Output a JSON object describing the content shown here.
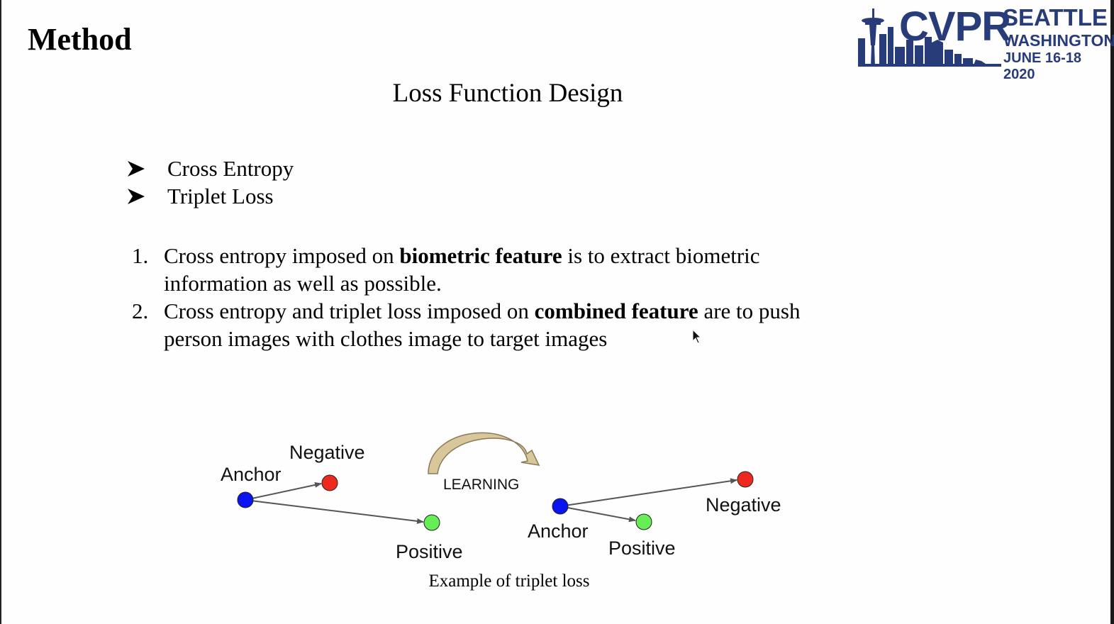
{
  "slide": {
    "title": "Method",
    "section_title": "Loss Function Design"
  },
  "logo": {
    "name": "CVPR",
    "city": "SEATTLE",
    "state": "WASHINGTON",
    "dates": "JUNE 16-18 2020",
    "skyline_icon": "seattle-skyline-icon",
    "color": "#283c79"
  },
  "bullets": [
    {
      "label": "Cross Entropy",
      "icon": "arrowhead-bullet-icon"
    },
    {
      "label": "Triplet Loss",
      "icon": "arrowhead-bullet-icon"
    }
  ],
  "points": [
    {
      "marker": "1.",
      "text_before": "Cross entropy imposed on ",
      "bold": "biometric feature",
      "text_after": " is to extract biometric information as well as possible."
    },
    {
      "marker": "2.",
      "text_before": "Cross entropy and triplet loss imposed on ",
      "bold": "combined feature",
      "text_after": " are to push person images with clothes image to target images"
    }
  ],
  "diagram": {
    "before": {
      "anchor": "Anchor",
      "negative": "Negative",
      "positive": "Positive"
    },
    "after": {
      "anchor": "Anchor",
      "negative": "Negative",
      "positive": "Positive"
    },
    "learning_label": "LEARNING",
    "caption": "Example of triplet loss",
    "colors": {
      "anchor": "#0a14f0",
      "negative": "#ee2a1f",
      "positive": "#66ee55",
      "edge": "#555555",
      "learning_arrow": "#d8c79a"
    }
  }
}
